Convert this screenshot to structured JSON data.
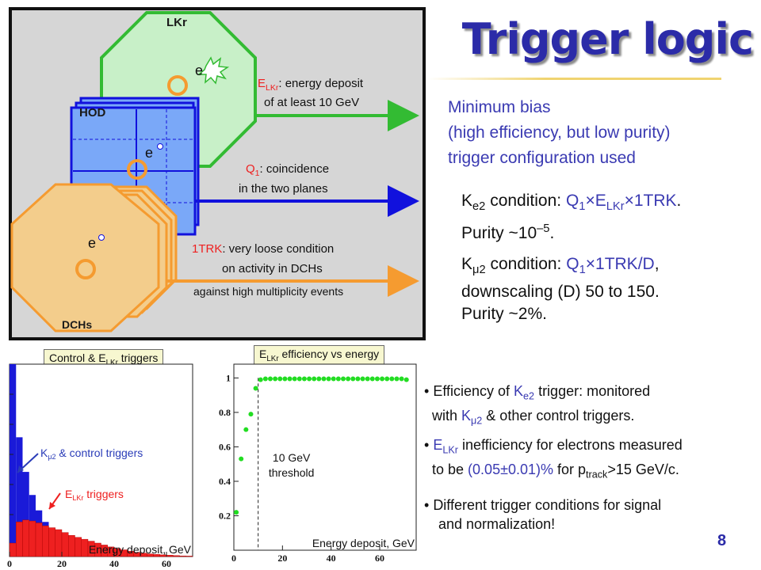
{
  "title": "Trigger logic",
  "page_number": "8",
  "detector": {
    "lkr_label": "LKr",
    "hod_label": "HOD",
    "dch_label": "DCHs",
    "electron_symbol": "e",
    "arrow1_line1_sym": "E",
    "arrow1_line1_sub": "LKr",
    "arrow1_line1_rest": ": energy deposit",
    "arrow1_line2": "of at least 10 GeV",
    "arrow2_line1_sym": "Q",
    "arrow2_line1_sub": "1",
    "arrow2_line1_rest": ": coincidence",
    "arrow2_line2": "in the two planes",
    "arrow3_line1_sym": "1TRK",
    "arrow3_line1_rest": ": very loose condition",
    "arrow3_line2": "on activity in DCHs",
    "arrow3_line3": "against high multiplicity events",
    "colors": {
      "lkr": "#c8f0c8",
      "hod": "#7aa8f8",
      "dch": "#f3cd8c",
      "arrow_green": "#33bb33",
      "arrow_blue": "#1111dd",
      "arrow_orange": "#f59b30",
      "panel_bg": "#d6d6d6"
    }
  },
  "text": {
    "minbias_line1": "Minimum bias",
    "minbias_line2": "(high efficiency, but low purity)",
    "minbias_line3": "trigger configuration used",
    "ke2_k": "K",
    "ke2_sub": "e2",
    "ke2_mid": " condition: ",
    "ke2_formula": "Q",
    "ke2_formula_sub1": "1",
    "ke2_formula_x1": "×E",
    "ke2_formula_sub2": "LKr",
    "ke2_formula_x2": "×1TRK",
    "ke2_end": ".",
    "ke2_purity": "Purity ~10",
    "ke2_purity_exp": "–5",
    "ke2_purity_end": ".",
    "kmu2_k": "K",
    "kmu2_sub": "μ2",
    "kmu2_mid": " condition: ",
    "kmu2_formula": "Q",
    "kmu2_formula_sub": "1",
    "kmu2_formula_rest": "×1TRK/D",
    "kmu2_end": ",",
    "kmu2_line2": "downscaling (D) 50 to 150.",
    "kmu2_line3": "Purity ~2%."
  },
  "bullets": {
    "b1_pre": "Efficiency of ",
    "b1_k": "K",
    "b1_ksub": "e2",
    "b1_post": " trigger: monitored",
    "b1_line2_pre": "with ",
    "b1_line2_k": "K",
    "b1_line2_ksub": "μ2",
    "b1_line2_post": " & other control triggers.",
    "b2_e": "E",
    "b2_esub": "LKr",
    "b2_post": " inefficiency for electrons measured",
    "b2_line2_pre": "to be ",
    "b2_line2_val": "(0.05±0.01)%",
    "b2_line2_mid": " for p",
    "b2_line2_psub": "track",
    "b2_line2_post": ">15 GeV/c.",
    "b3_line1": "Different trigger conditions for signal",
    "b3_line2": "and normalization!"
  },
  "chart_data": [
    {
      "type": "bar",
      "title": "Control & E_LKr triggers",
      "title_main": "Control & E",
      "title_sub": "LKr",
      "title_end": " triggers",
      "xlabel": "Energy deposit, GeV",
      "xticks": [
        "0",
        "20",
        "40",
        "60"
      ],
      "xlim": [
        0,
        70
      ],
      "bin_width": 2.5,
      "series": [
        {
          "name": "Kμ2 & control triggers",
          "name_pre": "K",
          "name_sub": "μ2",
          "name_post": " & control triggers",
          "color": "#1a1ad8",
          "values": [
            100,
            62,
            44,
            32,
            24,
            18,
            14,
            10.5,
            8,
            6,
            4.5,
            3.4,
            2.6,
            2,
            1.5,
            1.1,
            0.8,
            0.6,
            0.45,
            0.35,
            0.25,
            0.2,
            0.15,
            0.1,
            0.08,
            0.06,
            0.05,
            0.03
          ]
        },
        {
          "name": "E_LKr triggers",
          "name_pre": "E",
          "name_sub": "LKr",
          "name_post": " triggers",
          "color": "#ee2020",
          "values": [
            7,
            18,
            19,
            18.5,
            17.5,
            16,
            15,
            14,
            12.5,
            11,
            10,
            9,
            8,
            7,
            6,
            5,
            4.2,
            3.5,
            2.8,
            2.2,
            1.8,
            1.4,
            1.1,
            0.9,
            0.7,
            0.5,
            0.35,
            0.25
          ]
        }
      ]
    },
    {
      "type": "scatter",
      "title": "E_LKr efficiency vs energy",
      "title_main": "E",
      "title_sub": "LKr",
      "title_end": " efficiency vs energy",
      "xlabel": "Energy deposit, GeV",
      "xticks": [
        "0",
        "20",
        "40",
        "60"
      ],
      "yticks": [
        "0.2",
        "0.4",
        "0.6",
        "0.8",
        "1"
      ],
      "xlim": [
        0,
        75
      ],
      "ylim": [
        0,
        1.08
      ],
      "annotation_line1": "10 GeV",
      "annotation_line2": "threshold",
      "threshold": 10,
      "color": "#22dd22",
      "x": [
        1,
        3,
        5,
        7,
        9,
        11,
        13,
        15,
        17,
        19,
        21,
        23,
        25,
        27,
        29,
        31,
        33,
        35,
        37,
        39,
        41,
        43,
        45,
        47,
        49,
        51,
        53,
        55,
        57,
        59,
        61,
        63,
        65,
        67,
        69,
        71
      ],
      "y": [
        0.22,
        0.53,
        0.7,
        0.79,
        0.94,
        0.99,
        0.995,
        0.995,
        0.995,
        0.995,
        0.995,
        0.995,
        0.995,
        0.995,
        0.995,
        0.995,
        0.995,
        0.995,
        0.995,
        0.995,
        0.995,
        0.995,
        0.995,
        0.995,
        0.995,
        0.995,
        0.995,
        0.995,
        0.995,
        0.995,
        0.995,
        0.995,
        0.995,
        0.995,
        0.995,
        0.99
      ]
    }
  ]
}
